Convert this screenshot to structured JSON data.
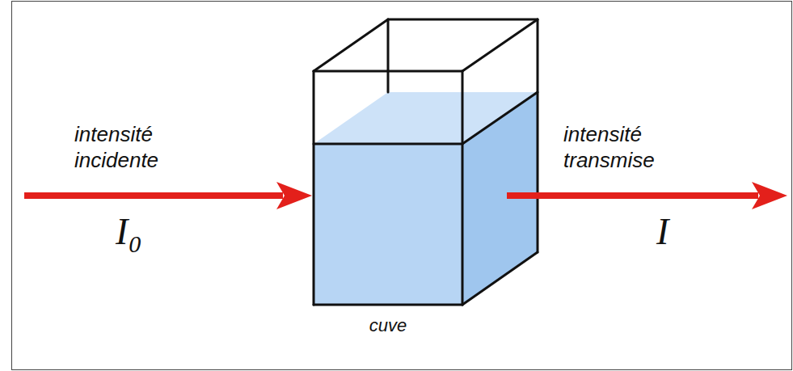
{
  "diagram": {
    "nodes": [
      {
        "text": [
          "cuve"
        ]
      }
    ],
    "labels": [
      "intensité incidente",
      "I",
      "0",
      "intensité transmise",
      "I"
    ]
  }
}
